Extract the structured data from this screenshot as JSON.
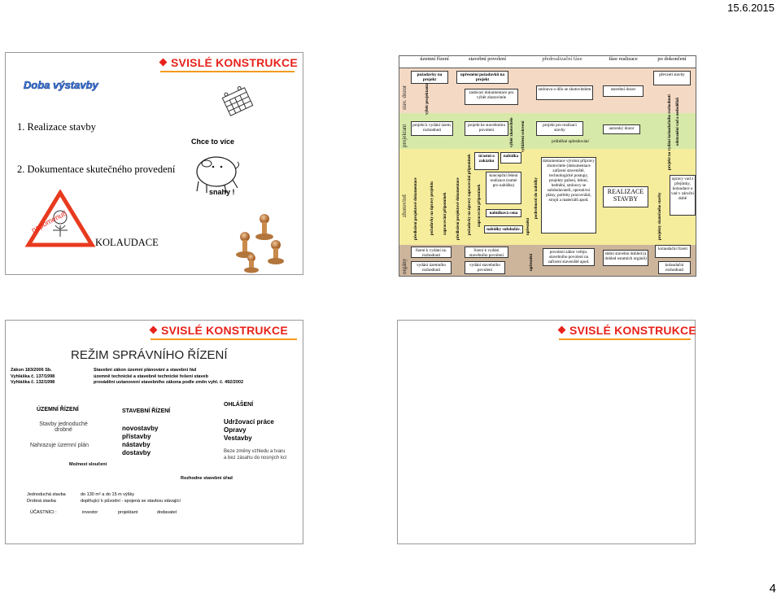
{
  "page": {
    "date": "15.6.2015",
    "number": "4"
  },
  "header_title": "SVISLÉ KONSTRUKCE",
  "slide1": {
    "title": "Doba výstavby",
    "items": [
      "1. Realizace stavby",
      "2. Dokumentace skutečného provedení"
    ],
    "kolaudace": "KOLAUDACE",
    "pig_text": "Chce to více",
    "pig_sub": "snahy !",
    "sign_text": "napomenutí"
  },
  "slide2": {
    "phases": [
      "územní řízení",
      "stavební povolení",
      "předrealizační fáze",
      "fáze realizace",
      "po dokončení"
    ],
    "rows": [
      "stav. dozor",
      "projektant",
      "zhotovitel",
      "orgány"
    ],
    "boxes": {
      "b1": "požadavky na projekt",
      "b2": "upřesnění požadavků na projekt",
      "b3": "zadávací dokumentace pro výběr zhotovitele",
      "b4": "smlouva o dílo se zhotovitelem",
      "b5": "stavební dozor",
      "b6": "převzetí stavby",
      "b7": "projekt k vydání územ. rozhodnutí",
      "b8": "projekt ke stavebnímu povolení",
      "b9": "projekt pro realizaci stavby",
      "b10": "autorský dozor",
      "b11": "průběžné upřesňování",
      "b12": "účastní o zakázku",
      "b13": "nabídka",
      "b14": "koncepční řešení realizace (nutné pro nabídku)",
      "b15": "nabídková cena",
      "b16": "nabídky subdodáv.",
      "b17": "dokumentace výrobní přípravy zhotovitele (dokumentace zařízení staveniště, technologické postupy, projekty pažení, lešení, bednění, smlouvy se subdodavateli, operativní plány, potřeby pracovníků, strojů a materiálů apod.",
      "b18": "REALIZACE STAVBY",
      "b19": "opravy vad z přejímky, kolaudace a vad v záruční době",
      "b20": "řízení k vydání úz. rozhodnutí",
      "b21": "vydání územního rozhodnutí",
      "b22": "řízení k vydání stavebního povolení",
      "b23": "vydání stavebního povolení",
      "b24": "povolení zábor veřejn. stavebního povolení na zařízení staveniště apod.",
      "b25": "státní stavební dohled (a dohled ostatních orgánů)",
      "b26": "kolaudační řízení",
      "b27": "kolaudační rozhodnutí"
    },
    "vertical": {
      "v1": "výběr projektanta",
      "v2": "výběr zhotovitele",
      "v3": "předložení projektové dokumentace",
      "v4": "požadavky na úpravy projektu",
      "v5": "zapracování připomínek",
      "v6": "předložení projektové dokumentace",
      "v7": "požadavky na úpravy zapracování připomínek",
      "v8": "zapracování připomínek",
      "v9": "upřesnění",
      "v10": "podrobnosti do nabídky",
      "v11": "upřesnění",
      "v12": "projekty skutečného stavby",
      "v13": "projekt na vydání kolaudačního rozhodnutí",
      "v14": "odstranění vad a nedodělků",
      "v15": "vyhlášení oslovení"
    }
  },
  "slide3": {
    "title": "REŽIM SPRÁVNÍHO ŘÍZENÍ",
    "laws": [
      {
        "name": "Zákon 183/2006 Sb.",
        "desc": "Stavební zákon          územní plánování a stavební řád"
      },
      {
        "name": "Vyhláška č. 137/1998",
        "desc": "územně technické a stavebně technické řešení staveb"
      },
      {
        "name": "Vyhláška č. 132/1998",
        "desc": "provádění ustanovení stavebního zákona  podle změn vyhl. č. 492/2002"
      }
    ],
    "col1": {
      "heading": "ÚZEMNÍ ŘÍZENÍ",
      "lines": [
        "Stavby jednoduché drobné",
        "Nahrazuje územní plán"
      ],
      "note": "Možnost sloučení"
    },
    "col2": {
      "heading": "STAVEBNÍ ŘÍZENÍ",
      "items": [
        "novostavby",
        "přístavby",
        "nástavby",
        "dostavby"
      ]
    },
    "col3": {
      "heading": "OHLÁŠENÍ",
      "items": [
        "Udržovací práce",
        "Opravy",
        "Vestavby"
      ],
      "note": "Beze změny vzhledu a tvaru a bez zásahu do nosných kcí"
    },
    "office": "Rozhodne stavební úřad",
    "defs": [
      {
        "term": "Jednoduchá stavba",
        "desc": "do 130 m² a do 15 m výšky"
      },
      {
        "term": "Drobná stavba",
        "desc": "doplňující k původní  -  spojená se stavbou stávající"
      }
    ],
    "participants": {
      "label": "ÚČASTNÍCI :",
      "list": [
        "investor",
        "projektant",
        "dodavatel"
      ]
    }
  },
  "colors": {
    "header_red": "#e8221b",
    "accent_orange": "#f59a1d",
    "band_stavdozor": "#f4d9c4",
    "band_projektant": "#d6e9a8",
    "band_zhotovitel": "#f5ec9c",
    "band_organy": "#cdb59c"
  }
}
